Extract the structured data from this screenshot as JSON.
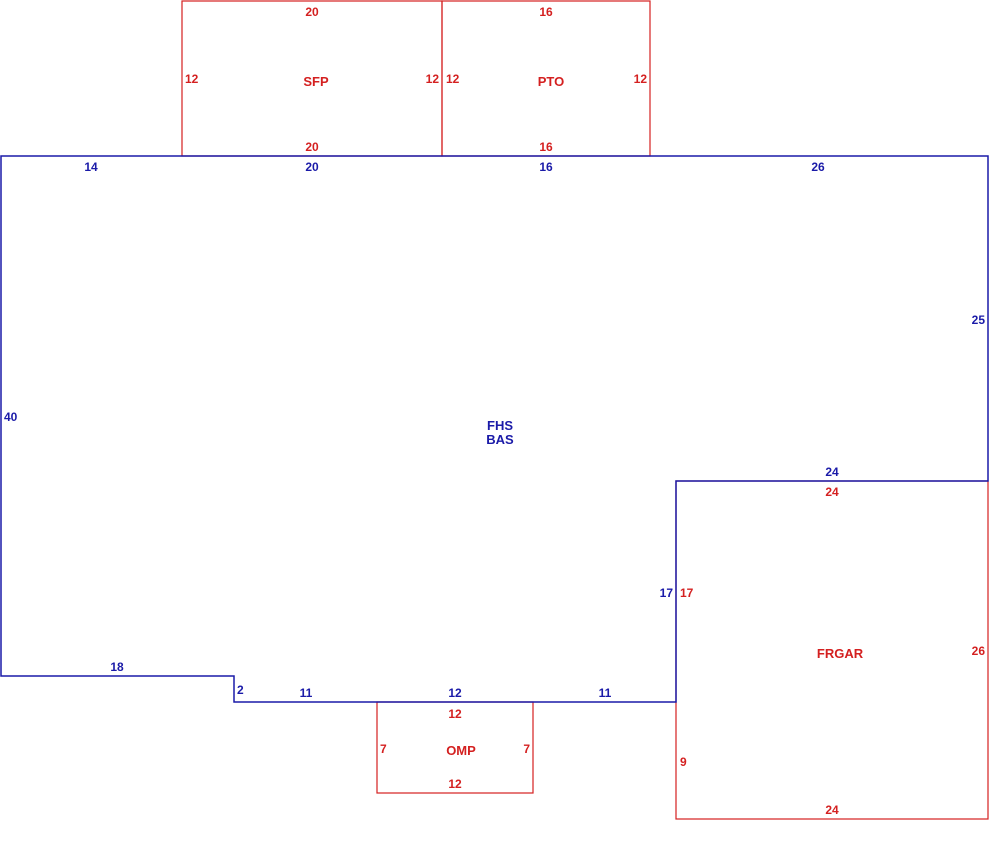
{
  "colors": {
    "main_area": "#1a1aa8",
    "sub_areas": "#d42020"
  },
  "areas": {
    "main": {
      "labels": [
        "FHS",
        "BAS"
      ]
    },
    "sfp": {
      "label": "SFP"
    },
    "pto": {
      "label": "PTO"
    },
    "omp": {
      "label": "OMP"
    },
    "frgar": {
      "label": "FRGAR"
    }
  },
  "dimensions": {
    "main_top_left": "14",
    "main_top_sfp": "20",
    "main_top_pto": "16",
    "main_top_right": "26",
    "main_right": "25",
    "main_left": "40",
    "main_inner_top": "24",
    "main_inner_side": "17",
    "main_bottom_left": "18",
    "main_step": "2",
    "main_bottom_a": "11",
    "main_bottom_b": "12",
    "main_bottom_c": "11",
    "sfp_top": "20",
    "sfp_bottom": "20",
    "sfp_left": "12",
    "sfp_right": "12",
    "pto_top": "16",
    "pto_bottom": "16",
    "pto_left": "12",
    "pto_right": "12",
    "omp_top": "12",
    "omp_bottom": "12",
    "omp_left": "7",
    "omp_right": "7",
    "frgar_top": "24",
    "frgar_bottom": "24",
    "frgar_left_upper": "17",
    "frgar_left_lower": "9",
    "frgar_right": "26"
  }
}
